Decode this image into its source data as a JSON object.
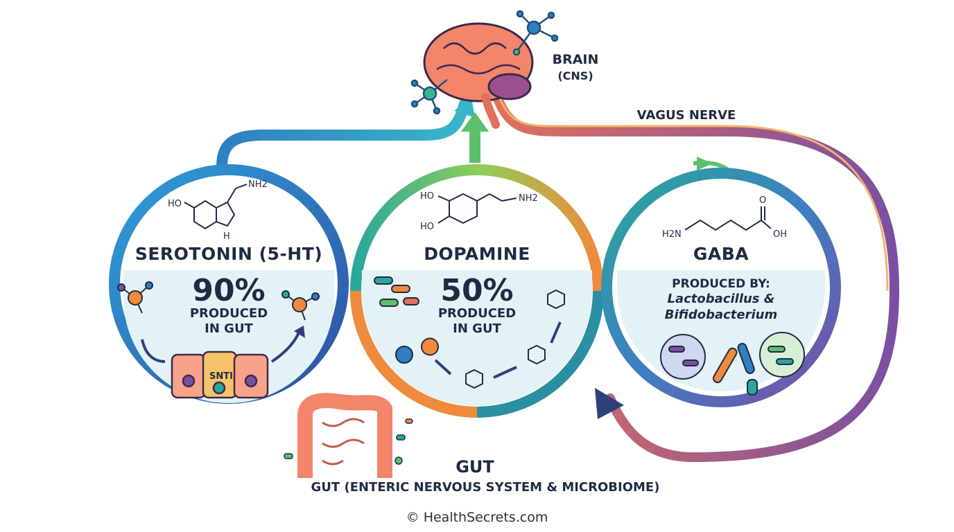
{
  "brain": {
    "line1": "BRAIN",
    "line2": "(CNS)"
  },
  "vagus": {
    "label": "VAGUS NERVE"
  },
  "serotonin": {
    "title": "SEROTONIN (5-HT)",
    "percent": "90%",
    "line1": "PRODUCED",
    "line2": "IN GUT",
    "cell_label": "SNTI",
    "mol_ho": "HO",
    "mol_nh2": "NH2",
    "mol_h": "H"
  },
  "dopamine": {
    "title": "DOPAMINE",
    "percent": "50%",
    "line1": "PRODUCED",
    "line2": "IN GUT",
    "mol_ho1": "HO",
    "mol_ho2": "HO",
    "mol_nh2": "NH2"
  },
  "gaba": {
    "title": "GABA",
    "produced_by": "PRODUCED BY:",
    "species1": "Lactobacillus &",
    "species2": "Bifidobacterium",
    "mol_h2n": "H2N",
    "mol_o": "O",
    "mol_oh": "OH"
  },
  "gut": {
    "title": "GUT",
    "subtitle": "GUT (ENTERIC NERVOUS SYSTEM & MICROBIOME)"
  },
  "footer": {
    "copyright": "© HealthSecrets.com"
  },
  "colors": {
    "blue": "#2f7fc1",
    "teal": "#2aa79b",
    "green": "#5cbf6a",
    "orange": "#f08a3c",
    "purple": "#7a4fa3",
    "navy": "#1f2a44",
    "panel": "#e3f2f7"
  }
}
